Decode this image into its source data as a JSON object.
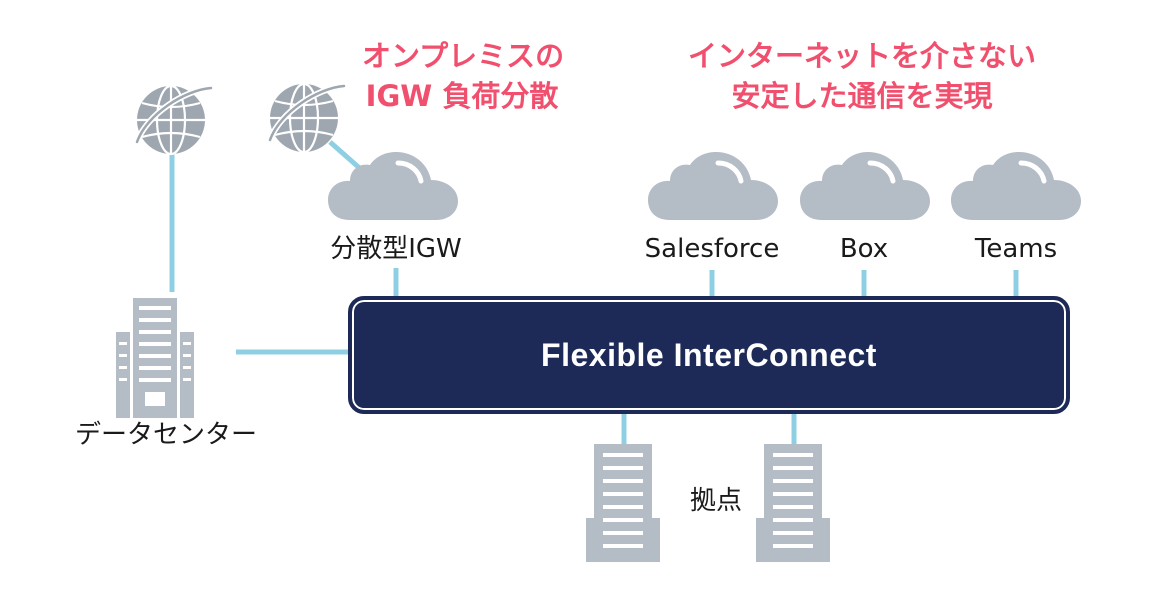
{
  "headline_onprem": {
    "line1": "オンプレミスの",
    "line2": "IGW 負荷分散"
  },
  "headline_internet": {
    "line1": "インターネットを介さない",
    "line2": "安定した通信を実現"
  },
  "interconnect_label": "Flexible InterConnect",
  "clouds": [
    {
      "label": "分散型IGW",
      "icon": "cloud-icon"
    },
    {
      "label": "Salesforce",
      "icon": "cloud-icon"
    },
    {
      "label": "Box",
      "icon": "cloud-icon"
    },
    {
      "label": "Teams",
      "icon": "cloud-icon"
    }
  ],
  "internet_icons": [
    "globe-icon",
    "globe-icon"
  ],
  "datacenter_label": "データセンター",
  "branch_label": "拠点",
  "colors": {
    "accent_text": "#f0506e",
    "interconnect_fill": "#1d2a57",
    "connector_line": "#8fcfe3",
    "icon_gray": "#b4bcc6"
  }
}
